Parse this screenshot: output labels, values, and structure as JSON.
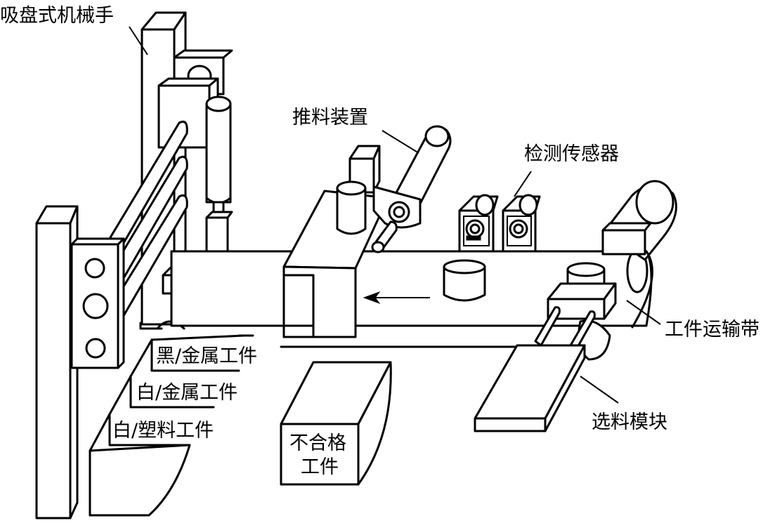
{
  "labels": {
    "suction_manipulator": "吸盘式机械手",
    "pusher": "推料装置",
    "sensor": "检测传感器",
    "conveyor": "工件运输带",
    "selector": "选料模块",
    "bin_black_metal": "黑/金属工件",
    "bin_white_metal": "白/金属工件",
    "bin_white_plastic": "白/塑料工件",
    "reject_line1": "不合格",
    "reject_line2": "工件"
  }
}
